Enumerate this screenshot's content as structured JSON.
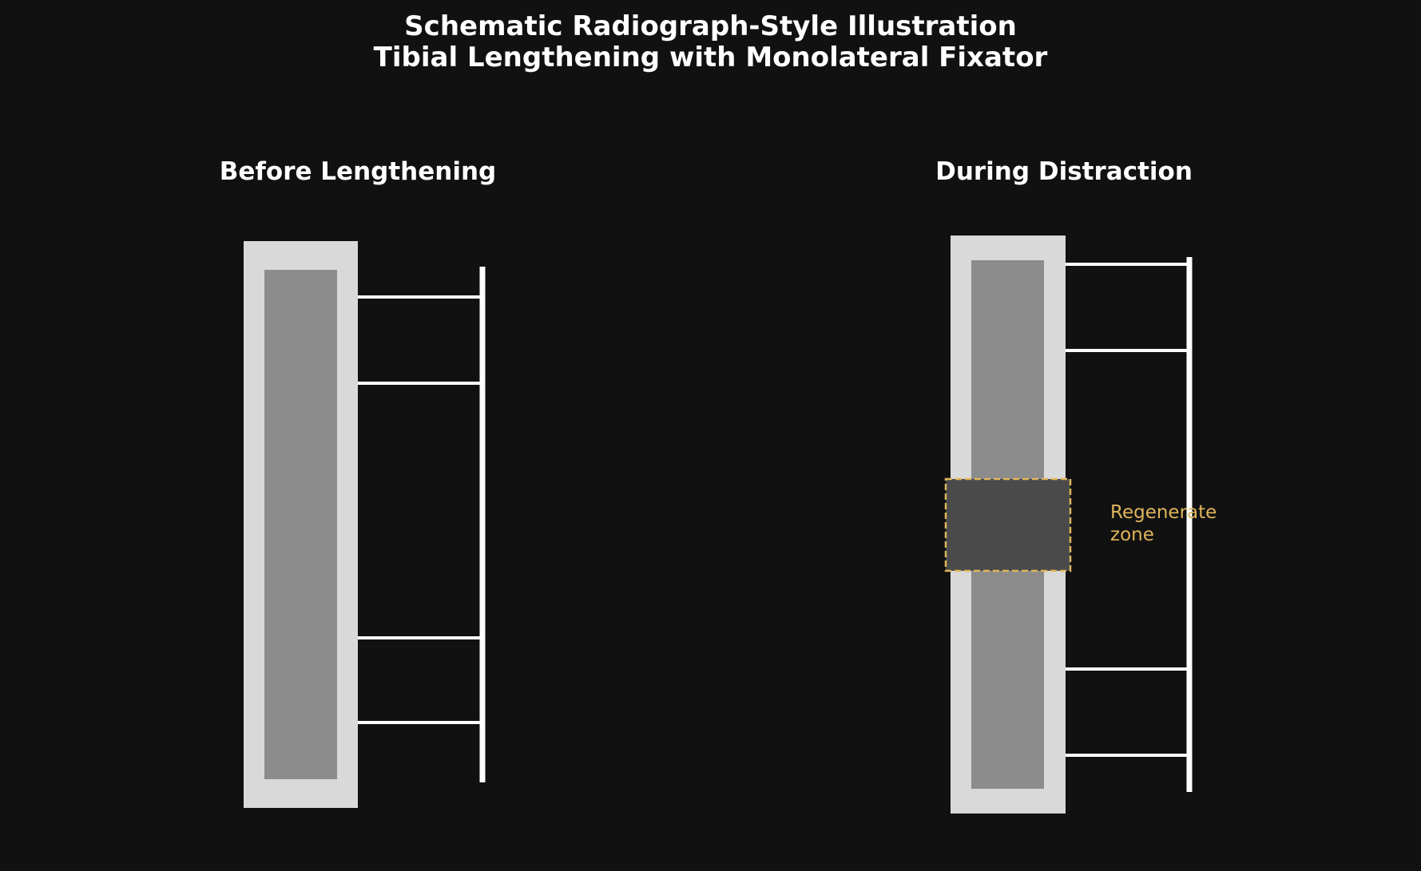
{
  "figure": {
    "title_line1": "Schematic Radiograph-Style Illustration",
    "title_line2": "Tibial Lengthening with Monolateral Fixator"
  },
  "panels": {
    "left": {
      "title": "Before Lengthening"
    },
    "right": {
      "title": "During Distraction"
    }
  },
  "annotation": {
    "regenerate_label": "Regenerate\nzone"
  },
  "colors": {
    "background": "#111111",
    "cortex": "#d9d9d9",
    "medulla": "#8c8c8c",
    "regenerate_fill": "#4a4a4a",
    "regenerate_outline": "#e0b55c",
    "fixator": "#ffffff",
    "text": "#ffffff"
  }
}
